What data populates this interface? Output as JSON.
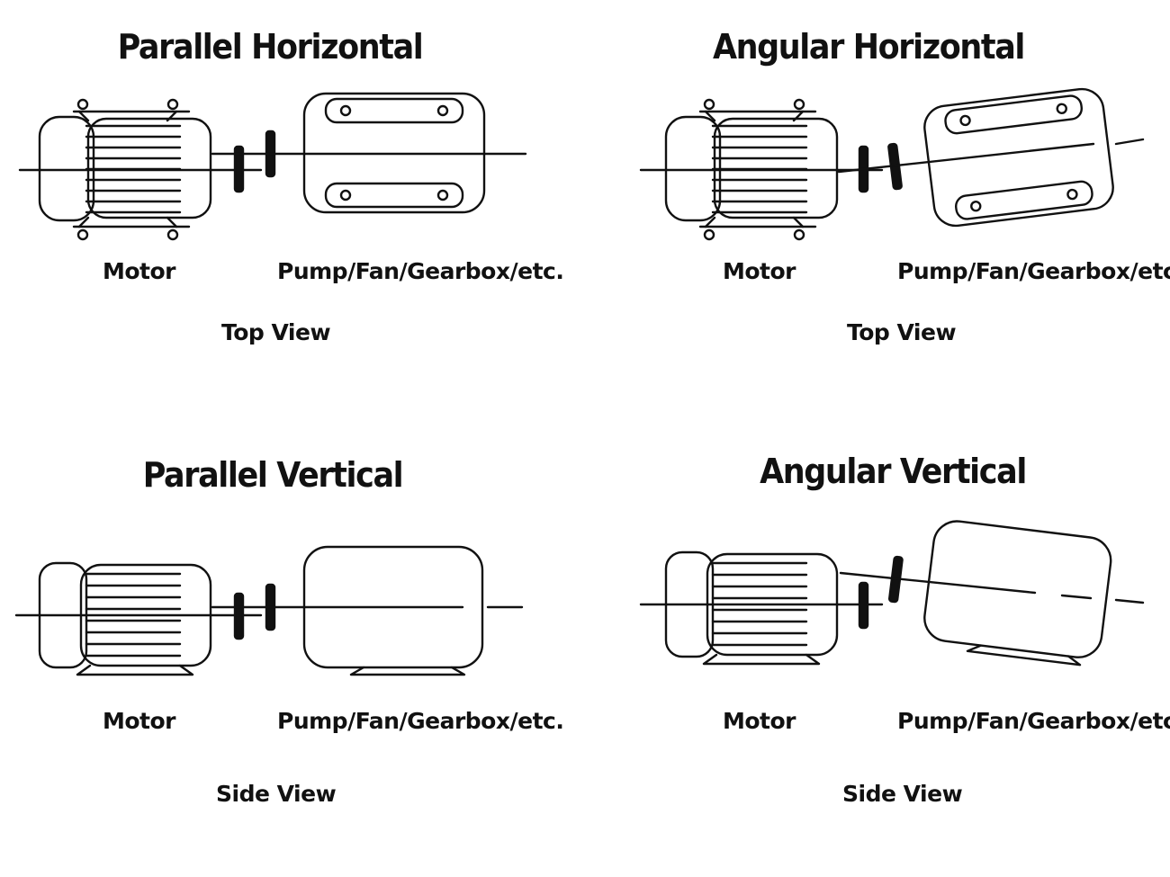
{
  "panels": [
    {
      "title": "Parallel Horizontal",
      "motor_label": "Motor",
      "driven_label": "Pump/Fan/Gearbox/etc.",
      "view_label": "Top View"
    },
    {
      "title": "Angular Horizontal",
      "motor_label": "Motor",
      "driven_label": "Pump/Fan/Gearbox/etc.",
      "view_label": "Top View"
    },
    {
      "title": "Parallel Vertical",
      "motor_label": "Motor",
      "driven_label": "Pump/Fan/Gearbox/etc.",
      "view_label": "Side View"
    },
    {
      "title": "Angular Vertical",
      "motor_label": "Motor",
      "driven_label": "Pump/Fan/Gearbox/etc.",
      "view_label": "Side View"
    }
  ]
}
